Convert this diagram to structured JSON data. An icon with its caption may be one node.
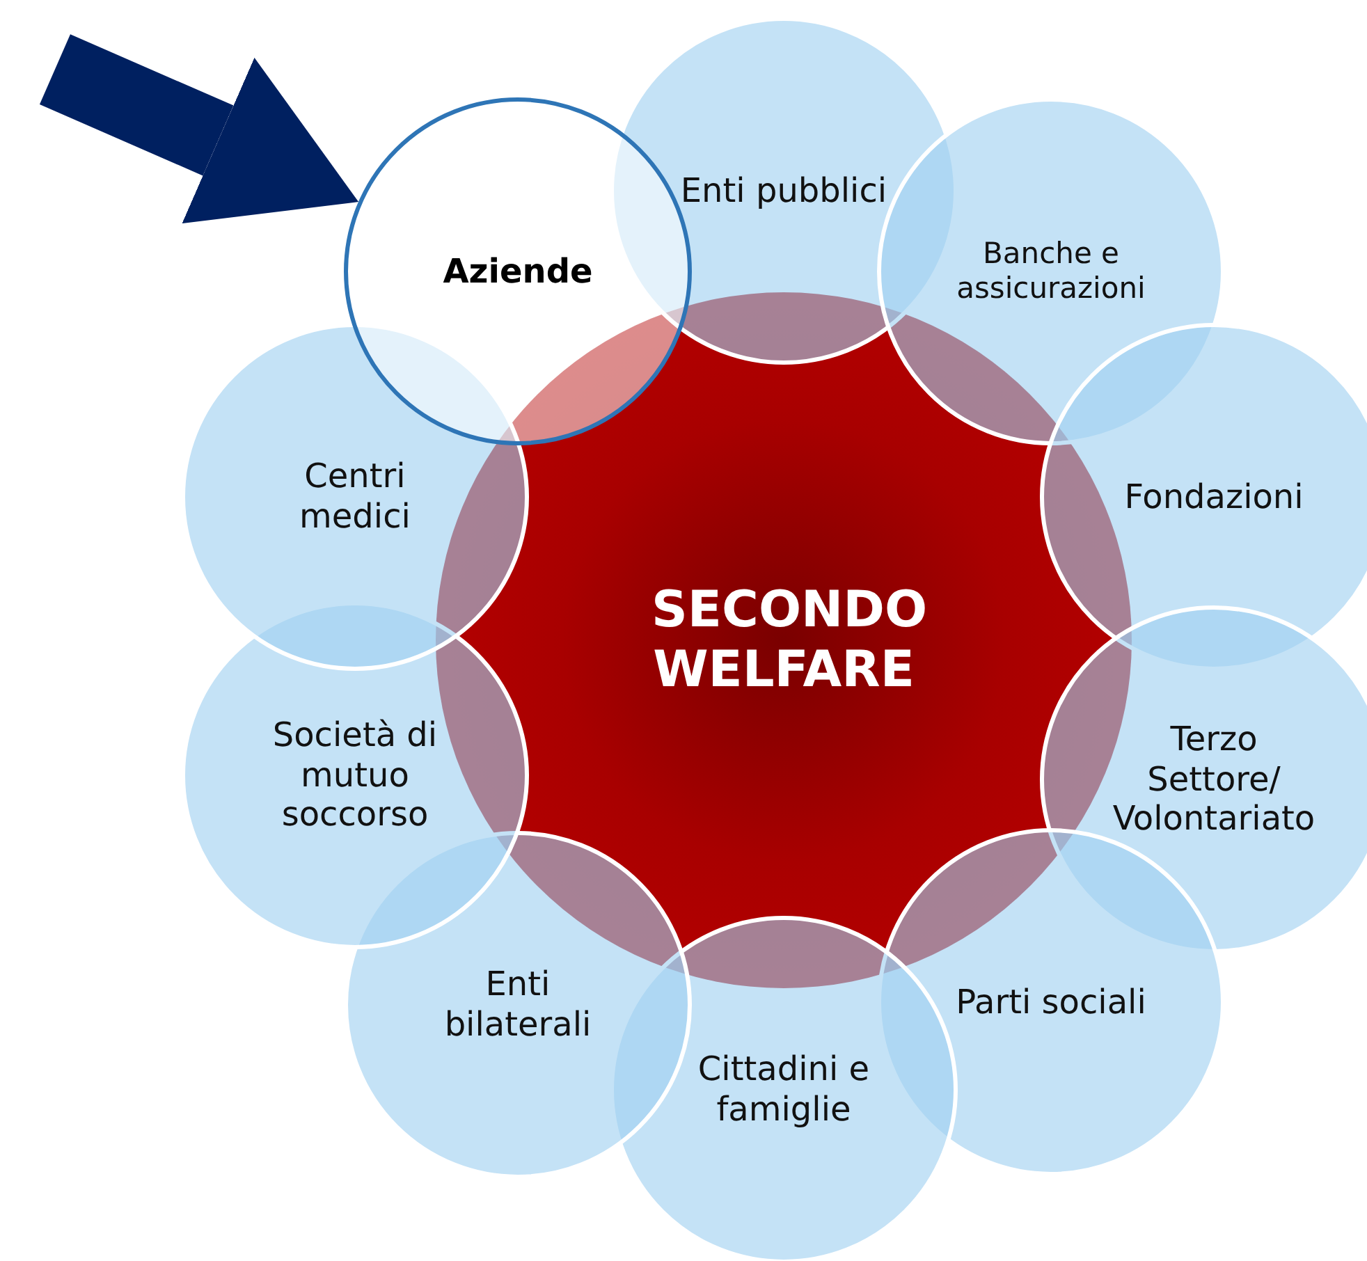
{
  "diagram": {
    "nodes": [
      {
        "text": [
          "SECONDO WELFARE"
        ]
      },
      {
        "text": [
          "Aziende"
        ]
      },
      {
        "text": [
          "Enti pubblici"
        ]
      },
      {
        "text": [
          "Banche e assicurazioni"
        ]
      },
      {
        "text": [
          "Fondazioni"
        ]
      },
      {
        "text": [
          "Terzo Settore/ Volontariato"
        ]
      },
      {
        "text": [
          "Parti sociali"
        ]
      },
      {
        "text": [
          "Cittadini e famiglie"
        ]
      },
      {
        "text": [
          "Enti bilaterali"
        ]
      },
      {
        "text": [
          "Società di mutuo soccorso"
        ]
      },
      {
        "text": [
          "Centri medici"
        ]
      }
    ],
    "edges": [
      {
        "from": null,
        "to": 1,
        "arrow": "to",
        "color": "#002060"
      }
    ]
  }
}
